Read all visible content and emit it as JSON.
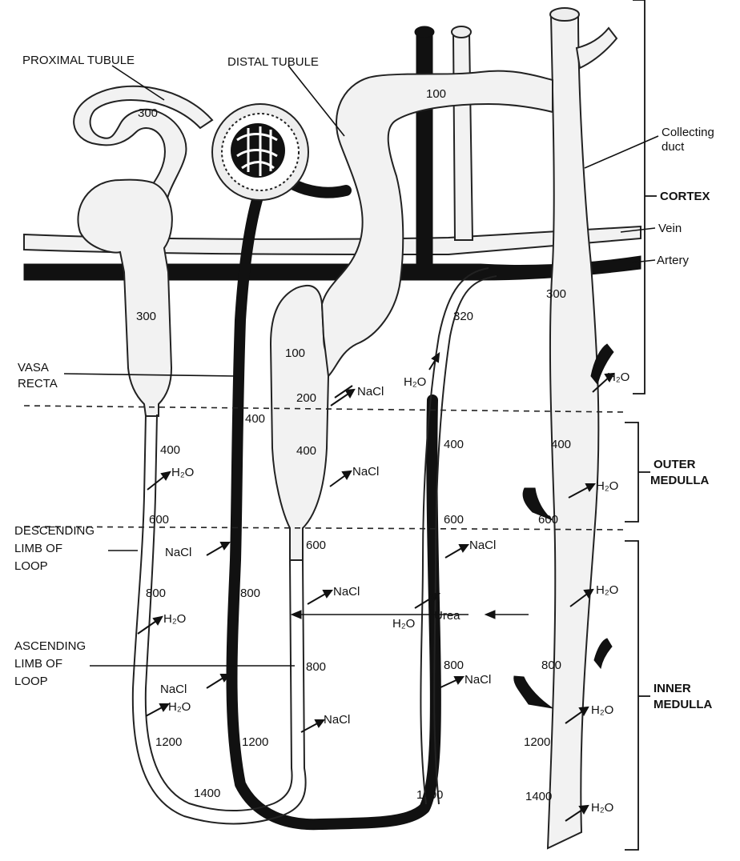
{
  "labels": {
    "proximal_tubule": "PROXIMAL TUBULE",
    "distal_tubule": "DISTAL TUBULE",
    "collecting_duct_line1": "Collecting",
    "collecting_duct_line2": "duct",
    "cortex": "CORTEX",
    "vein": "Vein",
    "artery": "Artery",
    "vasa_recta_line1": "VASA",
    "vasa_recta_line2": "RECTA",
    "outer_medulla_line1": "OUTER",
    "outer_medulla_line2": "MEDULLA",
    "inner_medulla_line1": "INNER",
    "inner_medulla_line2": "MEDULLA",
    "descending_line1": "DESCENDING",
    "descending_line2": "LIMB OF",
    "descending_line3": "LOOP",
    "ascending_line1": "ASCENDING",
    "ascending_line2": "LIMB OF",
    "ascending_line3": "LOOP",
    "urea": "Urea"
  },
  "osmolality": {
    "proximal_top": "300",
    "proximal_lower": "300",
    "distal_top": "100",
    "ascending_100": "100",
    "ascending_200": "200",
    "ascending_400a": "400",
    "ascending_400b": "400",
    "ascending_600": "600",
    "ascending_800": "800",
    "ascending_1200": "1200",
    "descending_400": "400",
    "descending_600": "600",
    "descending_800": "800",
    "descending_1200": "1200",
    "bottom_1400": "1400",
    "vasa_800": "800",
    "vasa_320": "320",
    "vasa_400": "400",
    "vasa_600": "600",
    "vasa_800b": "800",
    "vasa_1400": "1400",
    "duct_300": "300",
    "duct_400": "400",
    "duct_600": "600",
    "duct_800": "800",
    "duct_1200": "1200",
    "duct_1400": "1400"
  },
  "transport": {
    "h2o": "H₂O",
    "nacl": "NaCl"
  }
}
